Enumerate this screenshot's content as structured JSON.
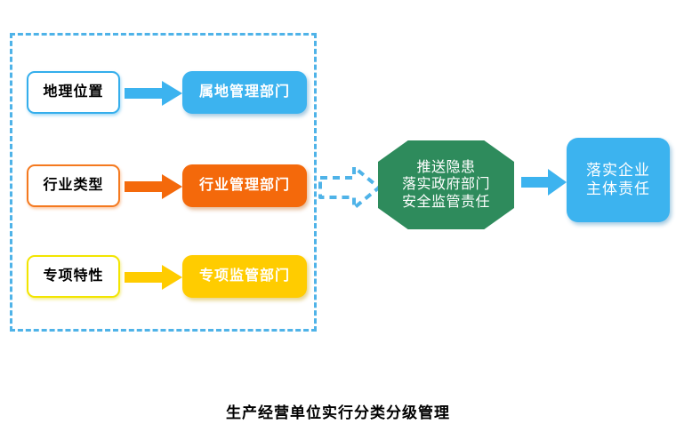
{
  "diagram": {
    "caption": "生产经营单位实行分类分级管理",
    "group": {
      "name": "classification-group",
      "border_color": "#4FB3E8",
      "border_style": "dashed"
    },
    "rows": [
      {
        "criteria_label": "地理位置",
        "dept_label": "属地管理部门",
        "color": "#3CB3EF",
        "border_color": "#34AEEC",
        "arrow_color": "#3CB3EF"
      },
      {
        "criteria_label": "行业类型",
        "dept_label": "行业管理部门",
        "color": "#F4690B",
        "border_color": "#F4791F",
        "arrow_color": "#F4690B"
      },
      {
        "criteria_label": "专项特性",
        "dept_label": "专项监管部门",
        "color": "#FFCC00",
        "border_color": "#F2E500",
        "arrow_color": "#FFCC00"
      }
    ],
    "octagon": {
      "label": "推送隐患\n落实政府部门\n安全监管责任",
      "color": "#2E8B5C"
    },
    "outcome": {
      "label": "落实企业\n主体责任",
      "color": "#3CB3EF"
    },
    "connectors": {
      "group_to_octagon": {
        "name": "dashed-arrow",
        "color": "#4FB3E8",
        "style": "dashed"
      },
      "octagon_to_outcome": {
        "name": "solid-arrow",
        "color": "#3CB3EF",
        "style": "solid"
      }
    }
  }
}
